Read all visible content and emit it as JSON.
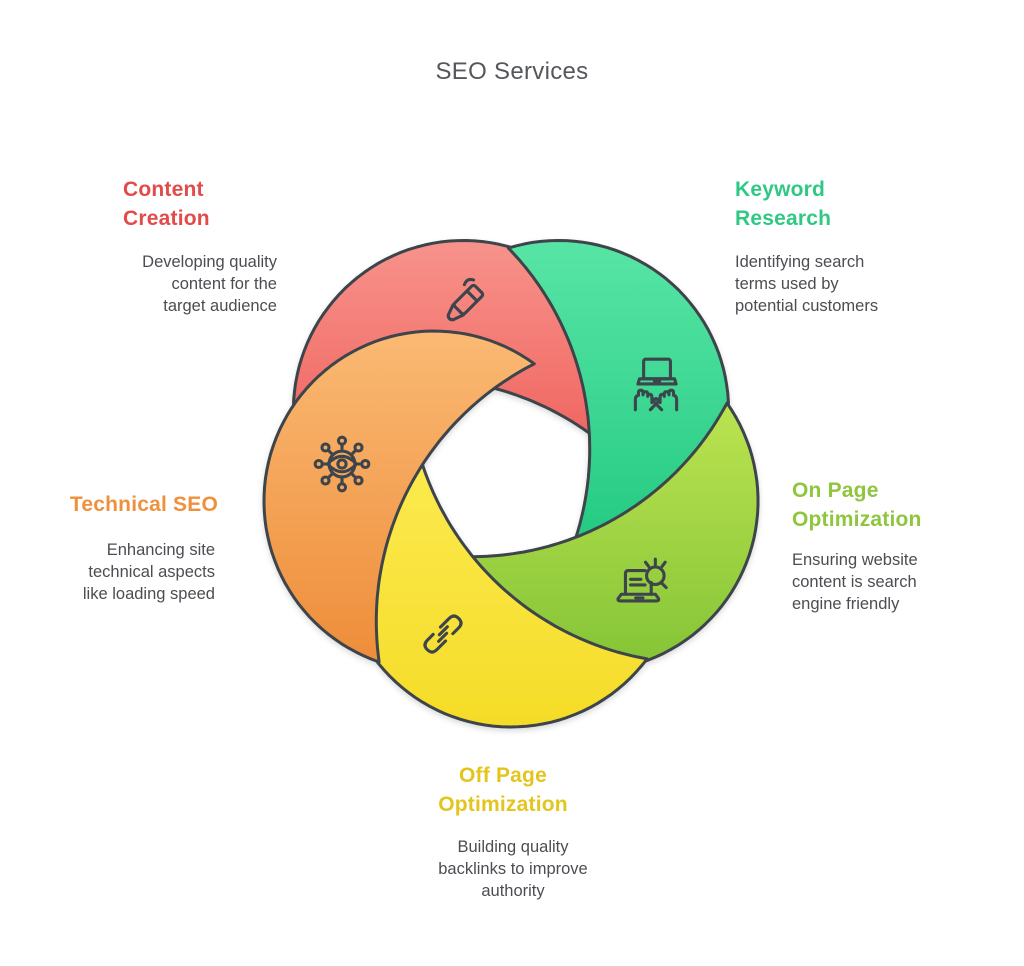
{
  "title": "SEO Services",
  "outline_color": "#3e444c",
  "icon_color": "#3d444b",
  "services": [
    {
      "name": "Content Creation",
      "heading": "Content\nCreation",
      "description": "Developing quality\ncontent for the\ntarget audience",
      "heading_color": "#e24b4a",
      "gradient": [
        "#f7938b",
        "#f0605c"
      ],
      "icon": "marker-icon"
    },
    {
      "name": "Keyword Research",
      "heading": "Keyword\nResearch",
      "description": "Identifying search\nterms used by\npotential customers",
      "heading_color": "#2fc985",
      "gradient": [
        "#58e5a6",
        "#1ec77d"
      ],
      "icon": "typing-hands-icon"
    },
    {
      "name": "On Page Optimization",
      "heading": "On Page\nOptimization",
      "description": "Ensuring website\ncontent is search\nengine friendly",
      "heading_color": "#8fc63d",
      "gradient": [
        "#bce351",
        "#83c436"
      ],
      "icon": "laptop-search-icon"
    },
    {
      "name": "Off Page Optimization",
      "heading": "Off Page\nOptimization",
      "description": "Building quality\nbacklinks to improve\nauthority",
      "heading_color": "#e4c51d",
      "gradient": [
        "#fdec55",
        "#f5dc28"
      ],
      "icon": "link-icon"
    },
    {
      "name": "Technical SEO",
      "heading": "Technical SEO",
      "description": "Enhancing site\ntechnical aspects\nlike loading speed",
      "heading_color": "#ef913c",
      "gradient": [
        "#fab973",
        "#ee8d3a"
      ],
      "icon": "vision-icon"
    }
  ]
}
